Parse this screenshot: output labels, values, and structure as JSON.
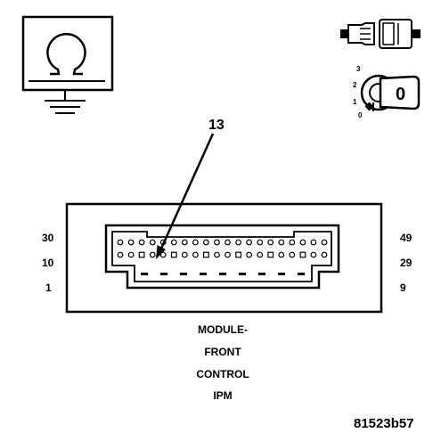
{
  "icons": {
    "ohmmeter": "ohm-meter-icon",
    "connector_plug": "connector-plug-icon",
    "ignition_key": "ignition-key-icon"
  },
  "ignition": {
    "positions": [
      "3",
      "2",
      "1",
      "0"
    ],
    "key_label": "0"
  },
  "callout": {
    "pin_number": "13"
  },
  "connector": {
    "left_labels": [
      "30",
      "10",
      "1"
    ],
    "right_labels": [
      "49",
      "29",
      "9"
    ]
  },
  "caption": {
    "lines": [
      "MODULE-",
      "FRONT",
      "CONTROL",
      "IPM"
    ]
  },
  "figure_id": "81523b57"
}
